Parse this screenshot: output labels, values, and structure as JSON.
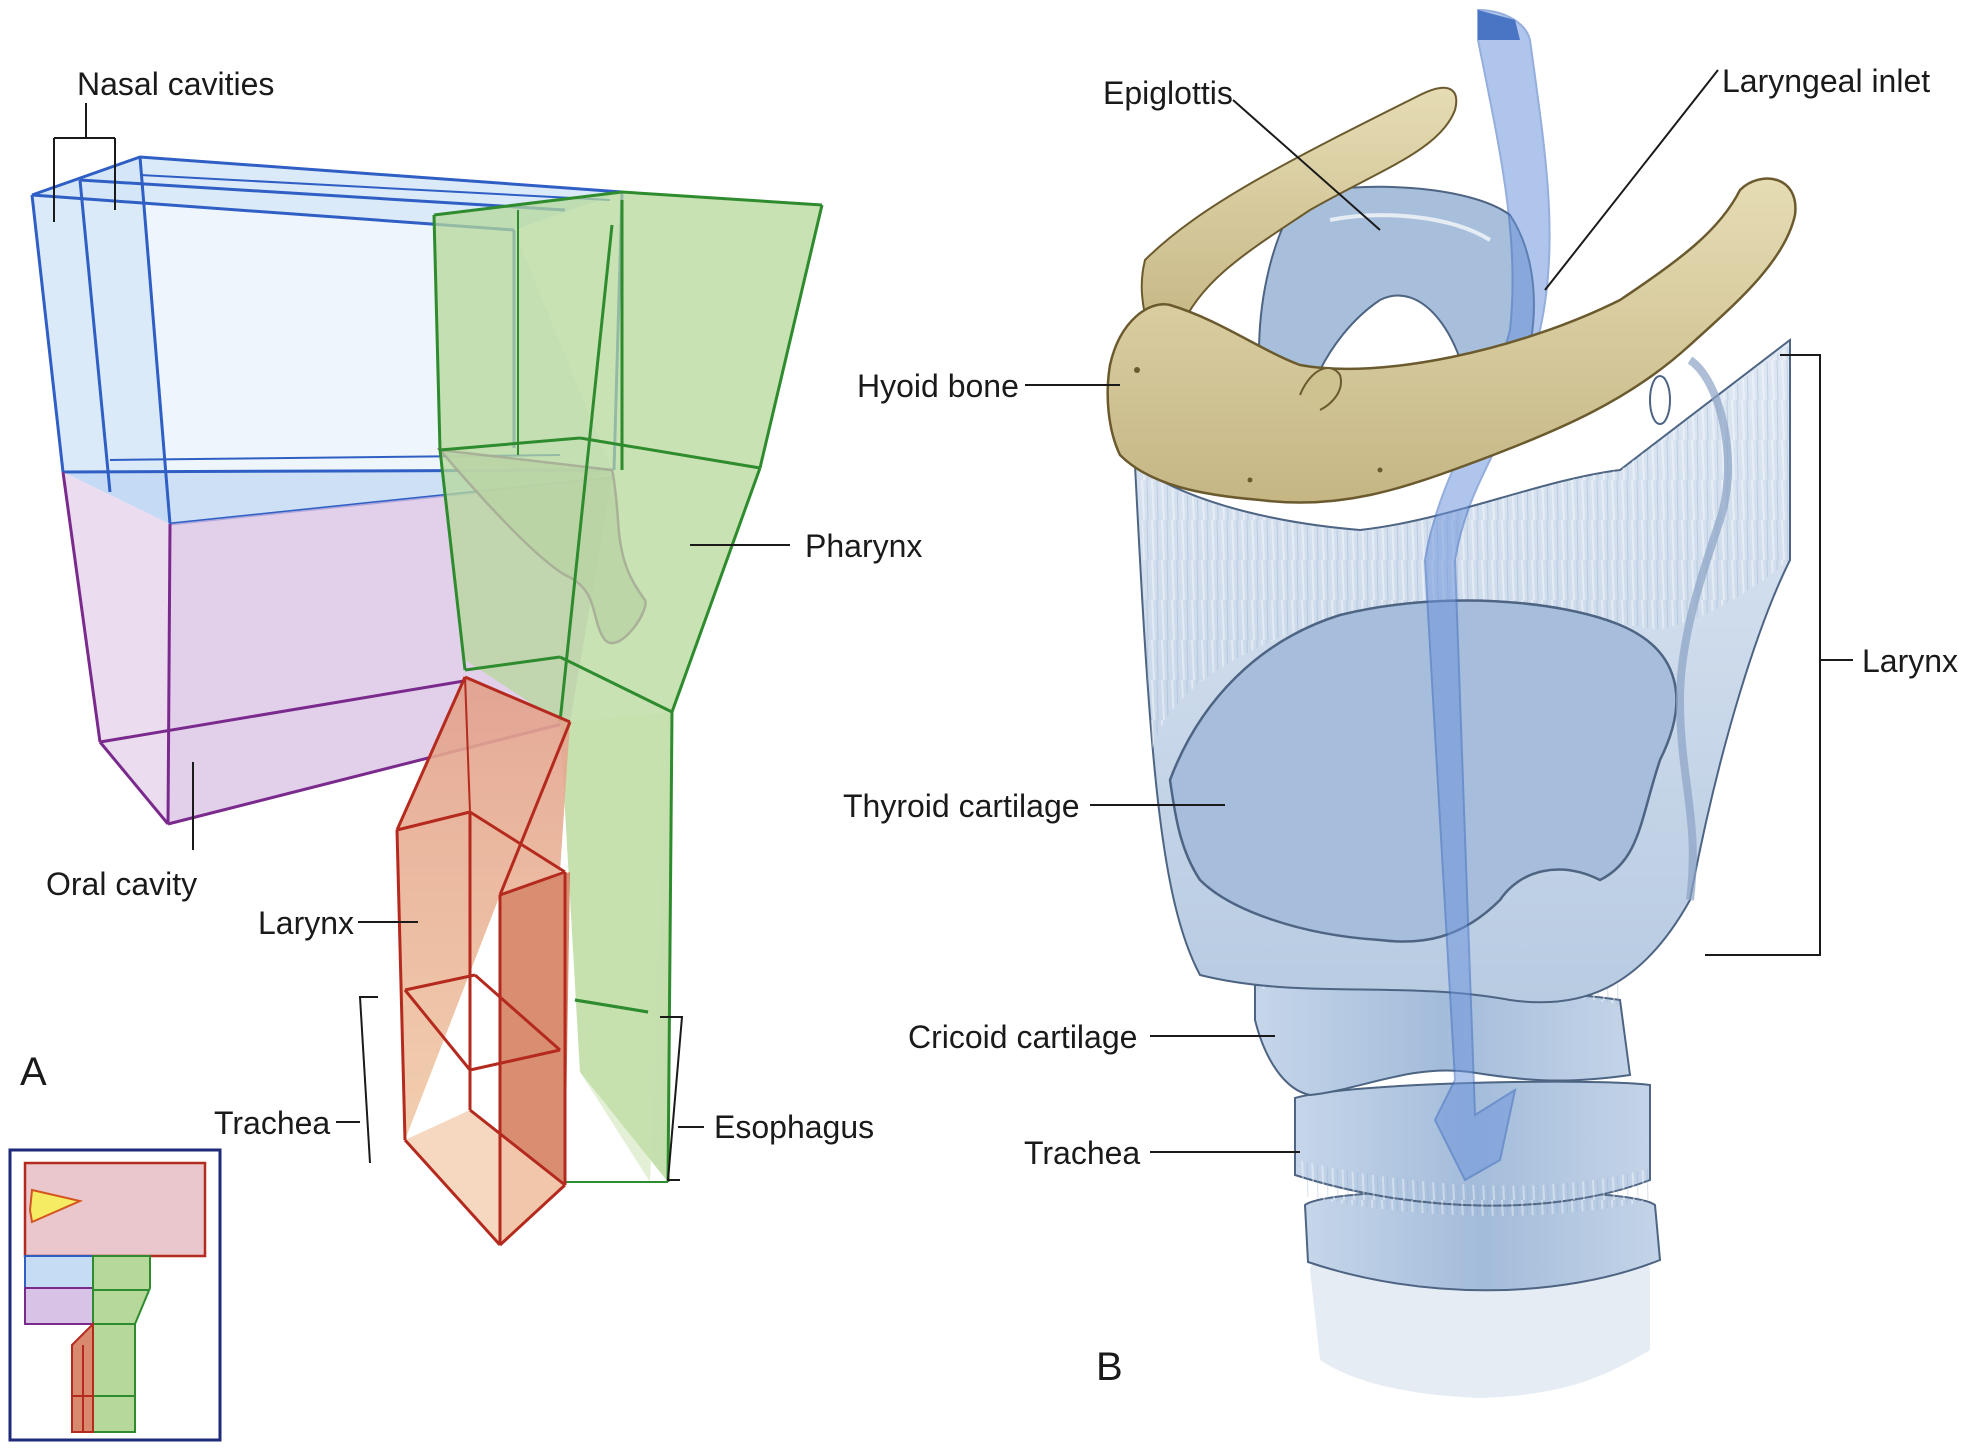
{
  "panel_a": {
    "letter": "A",
    "labels": {
      "nasal": "Nasal cavities",
      "pharynx": "Pharynx",
      "oral": "Oral cavity",
      "larynx": "Larynx",
      "trachea": "Trachea",
      "esophagus": "Esophagus"
    },
    "colors": {
      "nasal": "#2f5fc4",
      "oral": "#7a2a8c",
      "pharynx": "#2e8b2e",
      "larynx": "#b52a1e"
    }
  },
  "panel_b": {
    "letter": "B",
    "labels": {
      "epiglottis": "Epiglottis",
      "laryngeal_inlet": "Laryngeal inlet",
      "hyoid": "Hyoid bone",
      "larynx": "Larynx",
      "thyroid": "Thyroid cartilage",
      "cricoid": "Cricoid cartilage",
      "trachea": "Trachea"
    },
    "colors": {
      "cartilage": "#a9c0dc",
      "hyoid": "#d8cc9e",
      "airflow": "#6f96dc"
    }
  }
}
